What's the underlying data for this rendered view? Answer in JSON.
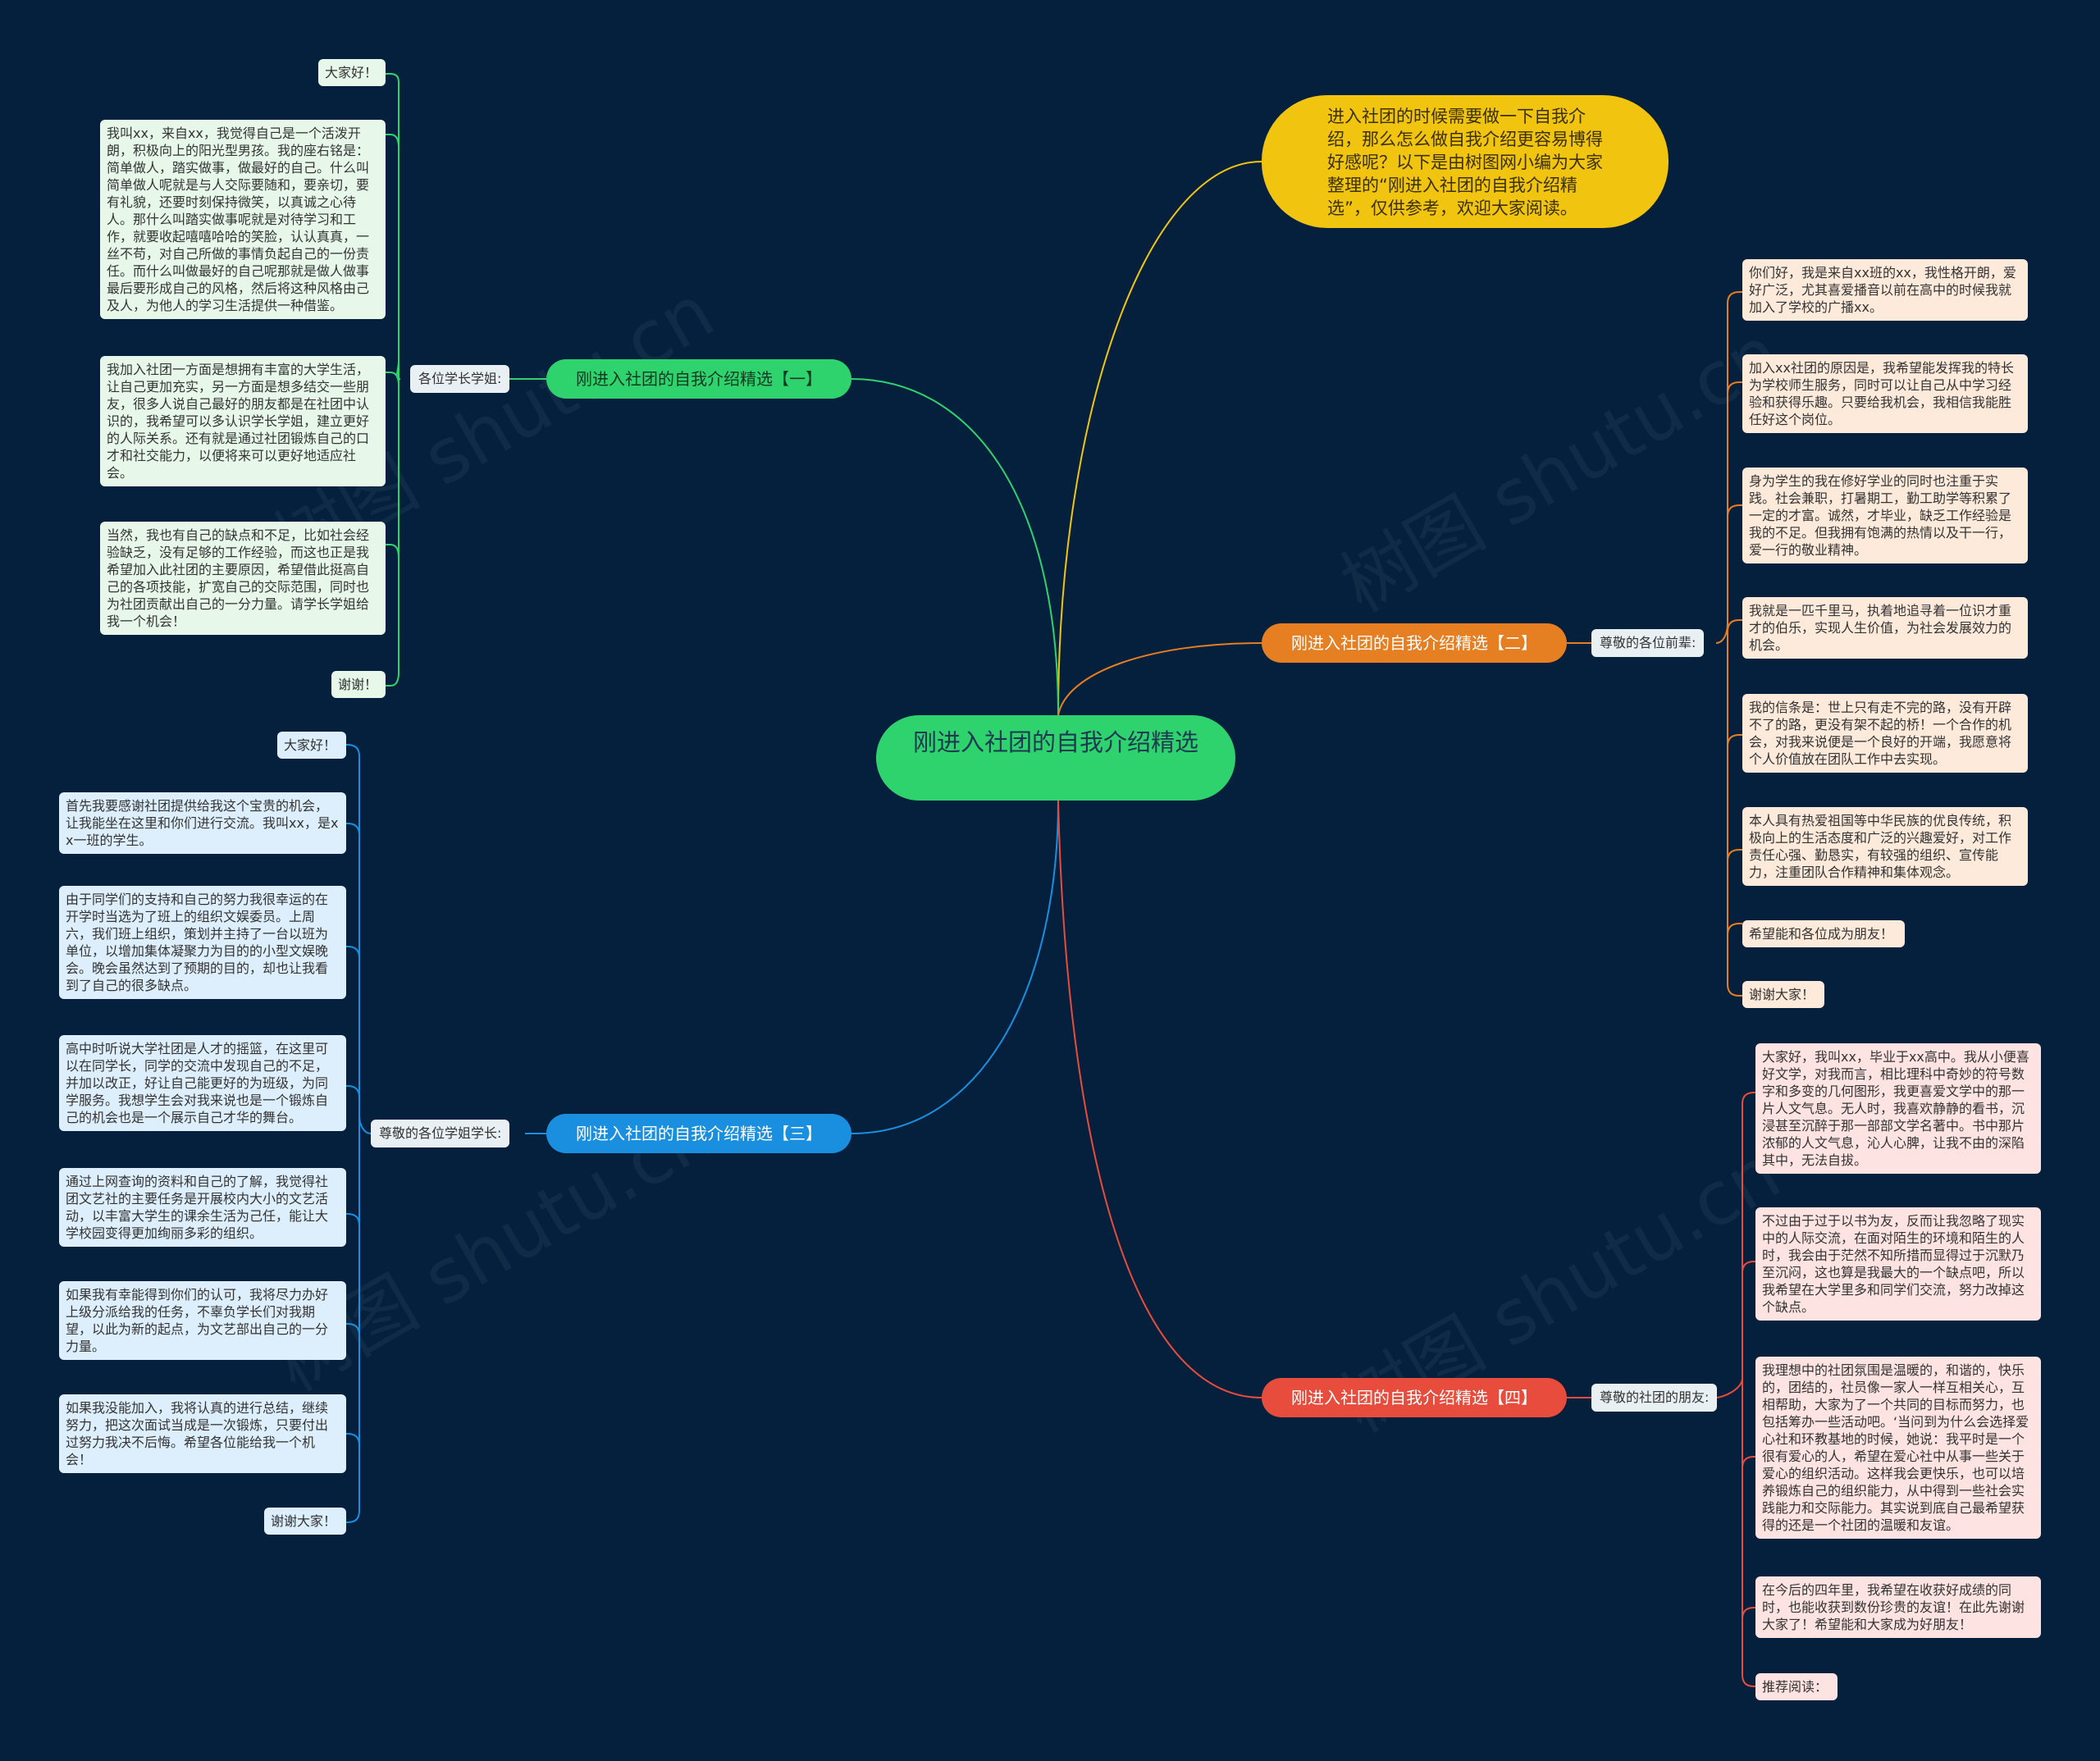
{
  "root": "刚进入社团的自我介绍精选",
  "intro": "进入社团的时候需要做一下自我介绍，那么怎么做自我介绍更容易博得好感呢？以下是由树图网小编为大家整理的“刚进入社团的自我介绍精选”，仅供参考，欢迎大家阅读。",
  "watermark": "树图 shutu.cn",
  "colors": {
    "background": "#04203d",
    "root": "#2fd36e",
    "intro": "#f1c40f",
    "branch1": "#2fd36e",
    "branch2": "#e67e22",
    "branch3": "#1a8fe0",
    "branch4": "#e74c3c"
  },
  "branches": [
    {
      "title": "刚进入社团的自我介绍精选【一】",
      "label": "各位学长学姐:",
      "leaves": [
        "大家好！",
        "我叫xx，来自xx，我觉得自己是一个活泼开朗，积极向上的阳光型男孩。我的座右铭是：简单做人，踏实做事，做最好的自己。什么叫简单做人呢就是与人交际要随和，要亲切，要有礼貌，还要时刻保持微笑，以真诚之心待人。那什么叫踏实做事呢就是对待学习和工作，就要收起嘻嘻哈哈的笑脸，认认真真，一丝不苟，对自己所做的事情负起自己的一份责任。而什么叫做最好的自己呢那就是做人做事最后要形成自己的风格，然后将这种风格由己及人，为他人的学习生活提供一种借鉴。",
        "我加入社团一方面是想拥有丰富的大学生活，让自己更加充实，另一方面是想多结交一些朋友，很多人说自己最好的朋友都是在社团中认识的，我希望可以多认识学长学姐，建立更好的人际关系。还有就是通过社团锻炼自己的口才和社交能力，以便将来可以更好地适应社会。",
        "当然，我也有自己的缺点和不足，比如社会经验缺乏，没有足够的工作经验，而这也正是我希望加入此社团的主要原因，希望借此挺高自己的各项技能，扩宽自己的交际范围，同时也为社团贡献出自己的一分力量。请学长学姐给我一个机会！",
        "谢谢！"
      ]
    },
    {
      "title": "刚进入社团的自我介绍精选【二】",
      "label": "尊敬的各位前辈:",
      "leaves": [
        "你们好，我是来自xx班的xx，我性格开朗，爱好广泛，尤其喜爱播音以前在高中的时候我就加入了学校的广播xx。",
        "加入xx社团的原因是，我希望能发挥我的特长为学校师生服务，同时可以让自己从中学习经验和获得乐趣。只要给我机会，我相信我能胜任好这个岗位。",
        "身为学生的我在修好学业的同时也注重于实践。社会兼职，打暑期工，勤工助学等积累了一定的才富。诚然，才毕业，缺乏工作经验是我的不足。但我拥有饱满的热情以及干一行，爱一行的敬业精神。",
        "我就是一匹千里马，执着地追寻着一位识才重才的伯乐，实现人生价值，为社会发展效力的机会。",
        "我的信条是：世上只有走不完的路，没有开辟不了的路，更没有架不起的桥！一个合作的机会，对我来说便是一个良好的开端，我愿意将个人价值放在团队工作中去实现。",
        "本人具有热爱祖国等中华民族的优良传统，积极向上的生活态度和广泛的兴趣爱好，对工作责任心强、勤恳实，有较强的组织、宣传能力，注重团队合作精神和集体观念。",
        "希望能和各位成为朋友！",
        "谢谢大家！"
      ]
    },
    {
      "title": "刚进入社团的自我介绍精选【三】",
      "label": "尊敬的各位学姐学长:",
      "leaves": [
        "大家好！",
        "首先我要感谢社团提供给我这个宝贵的机会，让我能坐在这里和你们进行交流。我叫xx，是xx一班的学生。",
        "由于同学们的支持和自己的努力我很幸运的在开学时当选为了班上的组织文娱委员。上周六，我们班上组织，策划并主持了一台以班为单位，以增加集体凝聚力为目的的小型文娱晚会。晚会虽然达到了预期的目的，却也让我看到了自己的很多缺点。",
        "高中时听说大学社团是人才的摇篮，在这里可以在同学长，同学的交流中发现自己的不足，并加以改正，好让自己能更好的为班级，为同学服务。我想学生会对我来说也是一个锻炼自己的机会也是一个展示自己才华的舞台。",
        "通过上网查询的资料和自己的了解，我觉得社团文艺社的主要任务是开展校内大小的文艺活动，以丰富大学生的课余生活为己任，能让大学校园变得更加绚丽多彩的组织。",
        "如果我有幸能得到你们的认可，我将尽力办好上级分派给我的任务，不辜负学长们对我期望，以此为新的起点，为文艺部出自己的一分力量。",
        "如果我没能加入，我将认真的进行总结，继续努力，把这次面试当成是一次锻炼，只要付出过努力我决不后悔。希望各位能给我一个机会！",
        "谢谢大家！"
      ]
    },
    {
      "title": "刚进入社团的自我介绍精选【四】",
      "label": "尊敬的社团的朋友:",
      "leaves": [
        "大家好，我叫xx，毕业于xx高中。我从小便喜好文学，对我而言，相比理科中奇妙的符号数字和多变的几何图形，我更喜爱文学中的那一片人文气息。无人时，我喜欢静静的看书，沉浸甚至沉醉于那一部部文学名著中。书中那片浓郁的人文气息，沁人心脾，让我不由的深陷其中，无法自拔。",
        "不过由于过于以书为友，反而让我忽略了现实中的人际交流，在面对陌生的环境和陌生的人时，我会由于茫然不知所措而显得过于沉默乃至沉闷，这也算是我最大的一个缺点吧，所以我希望在大学里多和同学们交流，努力改掉这个缺点。",
        "我理想中的社团氛围是温暖的，和谐的，快乐的，团结的，社员像一家人一样互相关心，互相帮助，大家为了一个共同的目标而努力，也包括筹办一些活动吧。‘当问到为什么会选择爱心社和环教基地的时候，她说：我平时是一个很有爱心的人，希望在爱心社中从事一些关于爱心的组织活动。这样我会更快乐，也可以培养锻炼自己的组织能力，从中得到一些社会实践能力和交际能力。其实说到底自己最希望获得的还是一个社团的温暖和友谊。",
        "在今后的四年里，我希望在收获好成绩的同时，也能收获到数份珍贵的友谊！在此先谢谢大家了！希望能和大家成为好朋友！",
        "推荐阅读："
      ]
    }
  ]
}
